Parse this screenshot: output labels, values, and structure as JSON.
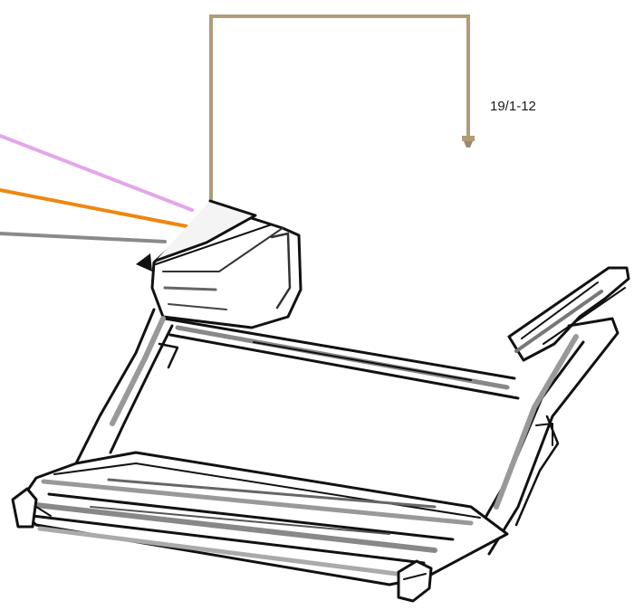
{
  "connector": {
    "label": "19/1-12"
  },
  "wires": [
    {
      "name": "pink-wire",
      "color": "#e3a6ea"
    },
    {
      "name": "orange-wire",
      "color": "#ee8711"
    },
    {
      "name": "grey-wire",
      "color": "#8a8a8a"
    },
    {
      "name": "tan-wire",
      "color": "#b29b79"
    }
  ],
  "step": {
    "outline_color": "#111111",
    "shade_color": "#9a9a9a"
  }
}
